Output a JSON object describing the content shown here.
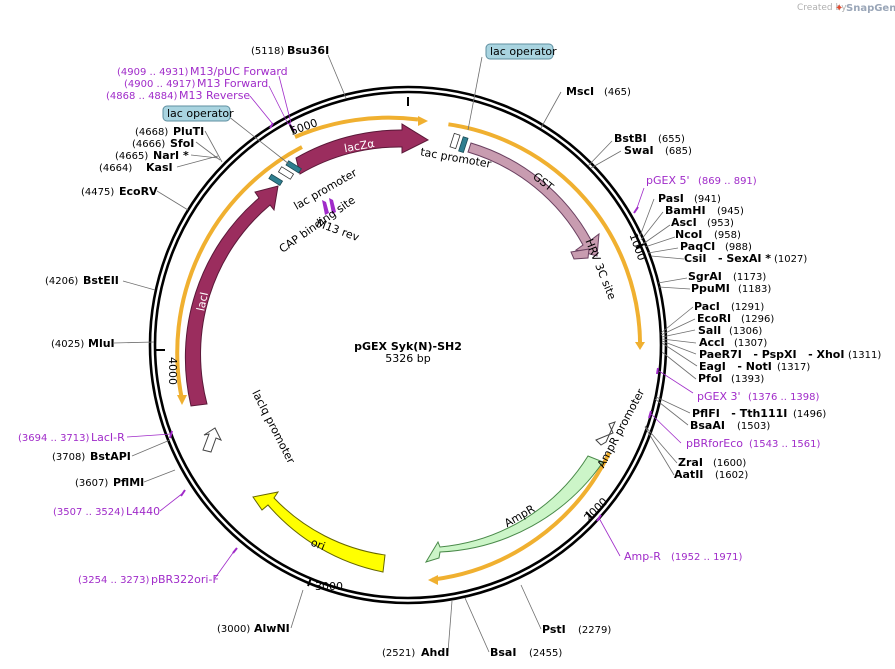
{
  "title": "pGEX Syk(N)-SH2",
  "subtitle": "5326 bp",
  "credit": {
    "prefix": "Created by",
    "brand": "SnapGene"
  },
  "ticks": [
    {
      "label": "1000"
    },
    {
      "label": "2000"
    },
    {
      "label": "3000"
    },
    {
      "label": "4000"
    },
    {
      "label": "5000"
    }
  ],
  "features": {
    "lacZa": "lacZα",
    "gst": "GST",
    "lacI": "lacI",
    "ori": "ori",
    "ampr": "AmpR",
    "tac_promoter": "tac promoter",
    "lac_promoter": "lac promoter",
    "cap_site": "CAP binding site",
    "m13rev": "M13 rev",
    "hrv": "HRV 3C site",
    "ampr_promoter": "AmpR promoter",
    "laciq_promoter": "lacIq promoter",
    "lac_operator_top": "lac operator",
    "lac_operator_left": "lac operator"
  },
  "sites": [
    {
      "name": "Bsu36I",
      "pos": "(5118)"
    },
    {
      "name": "MscI",
      "pos": "(465)"
    },
    {
      "name": "BstBI",
      "pos": "(655)"
    },
    {
      "name": "SwaI",
      "pos": "(685)"
    },
    {
      "name": "PasI",
      "pos": "(941)"
    },
    {
      "name": "BamHI",
      "pos": "(945)"
    },
    {
      "name": "AscI",
      "pos": "(953)"
    },
    {
      "name": "NcoI",
      "pos": "(958)"
    },
    {
      "name": "PaqCI",
      "pos": "(988)"
    },
    {
      "name": "CsiI   - SexAI *",
      "pos": "(1027)"
    },
    {
      "name": "SgrAI",
      "pos": "(1173)"
    },
    {
      "name": "PpuMI",
      "pos": "(1183)"
    },
    {
      "name": "PacI",
      "pos": "(1291)"
    },
    {
      "name": "EcoRI",
      "pos": "(1296)"
    },
    {
      "name": "SalI",
      "pos": "(1306)"
    },
    {
      "name": "AccI",
      "pos": "(1307)"
    },
    {
      "name": "PaeR7I   - PspXI   - XhoI",
      "pos": "(1311)"
    },
    {
      "name": "EagI   - NotI",
      "pos": "(1317)"
    },
    {
      "name": "PfoI",
      "pos": "(1393)"
    },
    {
      "name": "PflFI   - Tth111I",
      "pos": "(1496)"
    },
    {
      "name": "BsaAI",
      "pos": "(1503)"
    },
    {
      "name": "ZraI",
      "pos": "(1600)"
    },
    {
      "name": "AatII",
      "pos": "(1602)"
    },
    {
      "name": "PstI",
      "pos": "(2279)"
    },
    {
      "name": "BsaI",
      "pos": "(2455)"
    },
    {
      "name": "AhdI",
      "pos": "(2521)"
    },
    {
      "name": "AlwNI",
      "pos": "(3000)"
    },
    {
      "name": "PflMI",
      "pos": "(3607)"
    },
    {
      "name": "BstAPI",
      "pos": "(3708)"
    },
    {
      "name": "MluI",
      "pos": "(4025)"
    },
    {
      "name": "BstEII",
      "pos": "(4206)"
    },
    {
      "name": "EcoRV",
      "pos": "(4475)"
    },
    {
      "name": "KasI",
      "pos": "(4664)"
    },
    {
      "name": "NarI *",
      "pos": "(4665)"
    },
    {
      "name": "SfoI",
      "pos": "(4666)"
    },
    {
      "name": "PluTI",
      "pos": "(4668)"
    }
  ],
  "primers": [
    {
      "name": "M13/pUC Forward",
      "pos": "(4909 .. 4931)"
    },
    {
      "name": "M13 Forward",
      "pos": "(4900 .. 4917)"
    },
    {
      "name": "M13 Reverse",
      "pos": "(4868 .. 4884)"
    },
    {
      "name": "pGEX 5'",
      "pos": "(869 .. 891)"
    },
    {
      "name": "pGEX 3'",
      "pos": "(1376 .. 1398)"
    },
    {
      "name": "pBRforEco",
      "pos": "(1543 .. 1561)"
    },
    {
      "name": "Amp-R",
      "pos": "(1952 .. 1971)"
    },
    {
      "name": "pBR322ori-F",
      "pos": "(3254 .. 3273)"
    },
    {
      "name": "L4440",
      "pos": "(3507 .. 3524)"
    },
    {
      "name": "LacI-R",
      "pos": "(3694 .. 3713)"
    }
  ],
  "colors": {
    "lacI": "#9b2d5e",
    "gst": "#c89cb0",
    "ori": "#ffff00",
    "ampr": "#ccf5c8",
    "orf": "#f0b030",
    "primer": "#a02bc9",
    "operator": "#a9d4e0"
  }
}
